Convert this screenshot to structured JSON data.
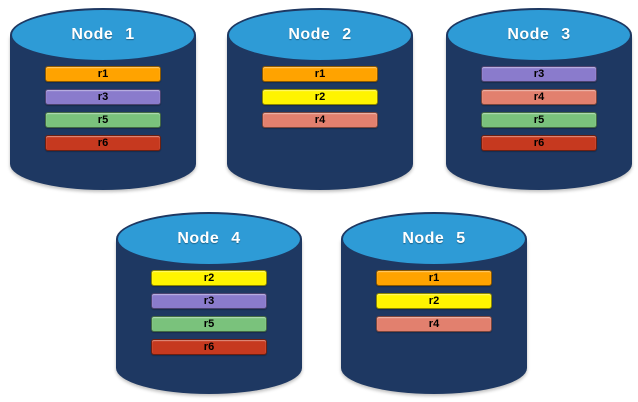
{
  "diagram": {
    "nodes": [
      {
        "label": "Node 1",
        "records": [
          {
            "label": "r1",
            "color": "#FFA300"
          },
          {
            "label": "r3",
            "color": "#8A7BCC"
          },
          {
            "label": "r5",
            "color": "#7AC27C"
          },
          {
            "label": "r6",
            "color": "#C6391F"
          }
        ]
      },
      {
        "label": "Node 2",
        "records": [
          {
            "label": "r1",
            "color": "#FFA300"
          },
          {
            "label": "r2",
            "color": "#FFF400"
          },
          {
            "label": "r4",
            "color": "#E2806E"
          }
        ]
      },
      {
        "label": "Node 3",
        "records": [
          {
            "label": "r3",
            "color": "#8A7BCC"
          },
          {
            "label": "r4",
            "color": "#E2806E"
          },
          {
            "label": "r5",
            "color": "#7AC27C"
          },
          {
            "label": "r6",
            "color": "#C6391F"
          }
        ]
      },
      {
        "label": "Node 4",
        "records": [
          {
            "label": "r2",
            "color": "#FFF400"
          },
          {
            "label": "r3",
            "color": "#8A7BCC"
          },
          {
            "label": "r5",
            "color": "#7AC27C"
          },
          {
            "label": "r6",
            "color": "#C6391F"
          }
        ]
      },
      {
        "label": "Node 5",
        "records": [
          {
            "label": "r1",
            "color": "#FFA300"
          },
          {
            "label": "r2",
            "color": "#FFF400"
          },
          {
            "label": "r4",
            "color": "#E2806E"
          }
        ]
      }
    ],
    "palette": {
      "cylinder_body": "#1E3862",
      "cylinder_top": "#2E9BD6",
      "node_label_text": "#FFFFFF",
      "record_text": "#000000"
    }
  }
}
